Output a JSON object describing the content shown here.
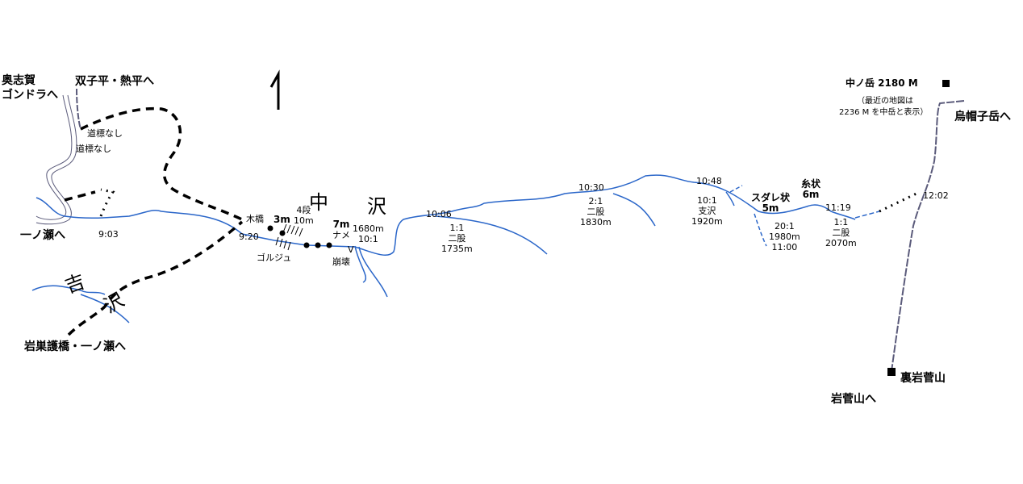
{
  "colors": {
    "river": "#2a66c9",
    "trail": "#5a5a7a",
    "route": "#000000"
  },
  "north_arrow": {
    "icon": "north-arrow-icon"
  },
  "destinations": {
    "okushiga": [
      "奥志賀",
      "ゴンドラへ"
    ],
    "futagodaira": "双子平・熱平へ",
    "ichinose": "一ノ瀬へ",
    "iwasu": "岩巣護橋・一ノ瀬へ",
    "eboshi": "烏帽子岳へ",
    "iwasugeyama": "岩菅山へ"
  },
  "signs": {
    "no_sign_1": "道標なし",
    "no_sign_2": "道標なし"
  },
  "stream_names": {
    "naka": [
      "中",
      "沢"
    ],
    "yoshi": [
      "吉",
      "沢"
    ]
  },
  "peaks": {
    "nakanodake": "中ノ岳 2180 M",
    "note": [
      "（最近の地図は",
      "2236 M を中岳と表示）"
    ],
    "uraiwasuge": "裏岩菅山"
  },
  "points": {
    "t0903": "9:03",
    "t0920": "9:20",
    "bridge": "木橋",
    "f3m": "3m",
    "dan4": [
      "4段",
      "10m"
    ],
    "gorge": "ゴルジュ",
    "f7m": [
      "7m",
      "ナメ"
    ],
    "alt1680": [
      "1680m",
      "10:1"
    ],
    "v": "V",
    "collapse": "崩壊",
    "t1006": "10:06",
    "fork1735": [
      "1:1",
      "二股",
      "1735m"
    ],
    "t1030": "10:30",
    "fork1830": [
      "2:1",
      "二股",
      "1830m"
    ],
    "t1048": "10:48",
    "branch1920": [
      "10:1",
      "支沢",
      "1920m"
    ],
    "sudare": [
      "スダレ状",
      "5m"
    ],
    "fork1980": [
      "20:1",
      "1980m",
      "11:00"
    ],
    "itojo": [
      "糸状",
      "6m"
    ],
    "t1119": "11:19",
    "fork2070": [
      "1:1",
      "二股",
      "2070m"
    ],
    "t1202": "12:02"
  }
}
